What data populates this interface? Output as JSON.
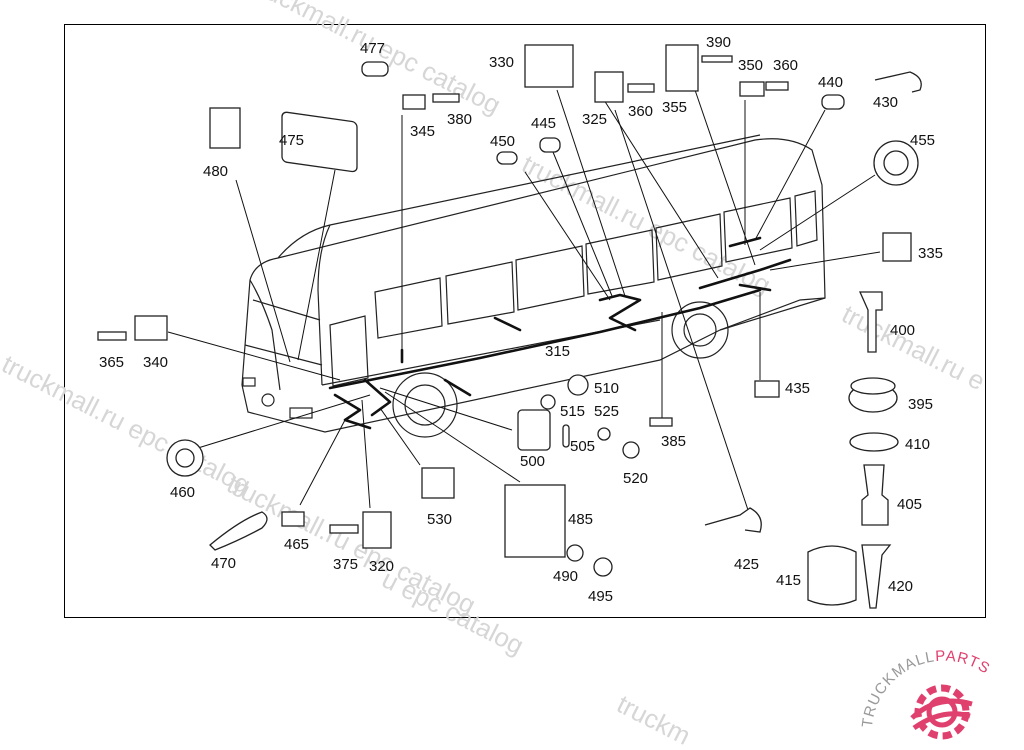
{
  "diagram": {
    "callouts": [
      {
        "id": "477",
        "text": "477"
      },
      {
        "id": "475",
        "text": "475"
      },
      {
        "id": "480",
        "text": "480"
      },
      {
        "id": "345",
        "text": "345"
      },
      {
        "id": "380",
        "text": "380"
      },
      {
        "id": "330",
        "text": "330"
      },
      {
        "id": "445",
        "text": "445"
      },
      {
        "id": "450",
        "text": "450"
      },
      {
        "id": "325",
        "text": "325"
      },
      {
        "id": "360a",
        "text": "360"
      },
      {
        "id": "390",
        "text": "390"
      },
      {
        "id": "355",
        "text": "355"
      },
      {
        "id": "350",
        "text": "350"
      },
      {
        "id": "360b",
        "text": "360"
      },
      {
        "id": "440",
        "text": "440"
      },
      {
        "id": "430",
        "text": "430"
      },
      {
        "id": "455",
        "text": "455"
      },
      {
        "id": "335",
        "text": "335"
      },
      {
        "id": "400",
        "text": "400"
      },
      {
        "id": "435",
        "text": "435"
      },
      {
        "id": "395",
        "text": "395"
      },
      {
        "id": "410",
        "text": "410"
      },
      {
        "id": "405",
        "text": "405"
      },
      {
        "id": "420",
        "text": "420"
      },
      {
        "id": "415",
        "text": "415"
      },
      {
        "id": "425",
        "text": "425"
      },
      {
        "id": "365",
        "text": "365"
      },
      {
        "id": "340",
        "text": "340"
      },
      {
        "id": "315",
        "text": "315"
      },
      {
        "id": "510",
        "text": "510"
      },
      {
        "id": "515",
        "text": "515"
      },
      {
        "id": "525",
        "text": "525"
      },
      {
        "id": "505",
        "text": "505"
      },
      {
        "id": "385",
        "text": "385"
      },
      {
        "id": "500",
        "text": "500"
      },
      {
        "id": "520",
        "text": "520"
      },
      {
        "id": "460",
        "text": "460"
      },
      {
        "id": "530",
        "text": "530"
      },
      {
        "id": "485",
        "text": "485"
      },
      {
        "id": "465",
        "text": "465"
      },
      {
        "id": "470",
        "text": "470"
      },
      {
        "id": "375",
        "text": "375"
      },
      {
        "id": "320",
        "text": "320"
      },
      {
        "id": "490",
        "text": "490"
      },
      {
        "id": "495",
        "text": "495"
      }
    ]
  },
  "watermark": {
    "text_a": "truckmall.ru epc catalog",
    "text_b": "truckmall.ru epc catalog",
    "text_c": "truckmall.ru epc catalog",
    "text_d": "truckmall.ru epc catalog",
    "text_e": "truckmall.ru e",
    "text_f": "u epc catalog",
    "text_g": "truckm"
  },
  "logo": {
    "brand_main": "TRUCKMALL",
    "brand_accent": "PARTS",
    "accent_color": "#e0406e"
  }
}
